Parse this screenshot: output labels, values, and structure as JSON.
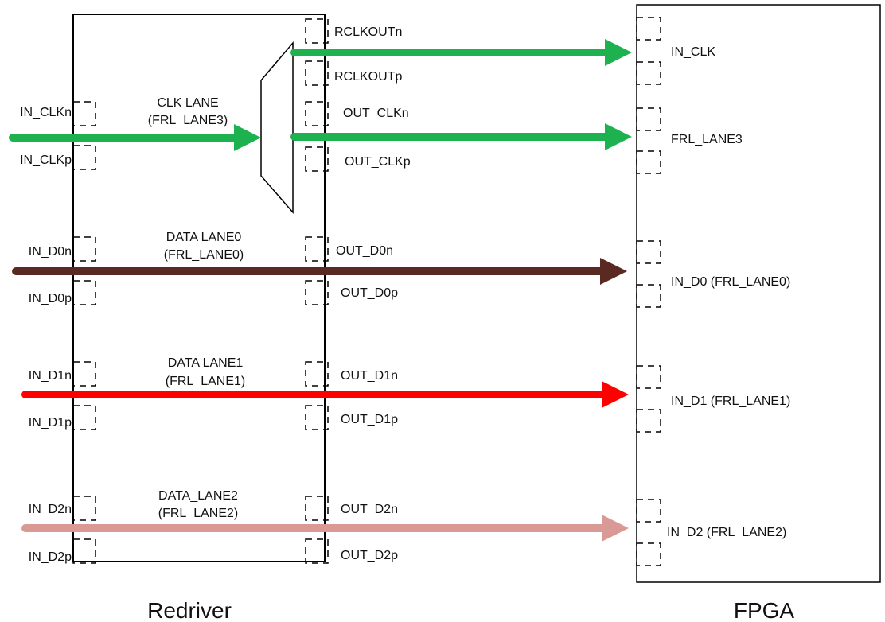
{
  "blocks": {
    "redriver": "Redriver",
    "fpga": "FPGA"
  },
  "colors": {
    "clk": "#1db14f",
    "lane0": "#5a2a22",
    "lane1": "#ff0000",
    "lane2": "#d99a96",
    "outline": "#000000"
  },
  "inputs": {
    "clk_n": "IN_CLKn",
    "clk_p": "IN_CLKp",
    "d0_n": "IN_D0n",
    "d0_p": "IN_D0p",
    "d1_n": "IN_D1n",
    "d1_p": "IN_D1p",
    "d2_n": "IN_D2n",
    "d2_p": "IN_D2p"
  },
  "lanes": {
    "clk_1": "CLK LANE",
    "clk_2": "(FRL_LANE3)",
    "d0_1": "DATA LANE0",
    "d0_2": "(FRL_LANE0)",
    "d1_1": "DATA LANE1",
    "d1_2": "(FRL_LANE1)",
    "d2_1": "DATA_LANE2",
    "d2_2": "(FRL_LANE2)"
  },
  "outputs": {
    "rclk_n": "RCLKOUTn",
    "rclk_p": "RCLKOUTp",
    "clk_n": "OUT_CLKn",
    "clk_p": "OUT_CLKp",
    "d0_n": "OUT_D0n",
    "d0_p": "OUT_D0p",
    "d1_n": "OUT_D1n",
    "d1_p": "OUT_D1p",
    "d2_n": "OUT_D2n",
    "d2_p": "OUT_D2p"
  },
  "fpga_pins": {
    "in_clk": "IN_CLK",
    "frl_lane3": "FRL_LANE3",
    "in_d0": "IN_D0 (FRL_LANE0)",
    "in_d1": "IN_D1 (FRL_LANE1)",
    "in_d2": "IN_D2 (FRL_LANE2)"
  }
}
